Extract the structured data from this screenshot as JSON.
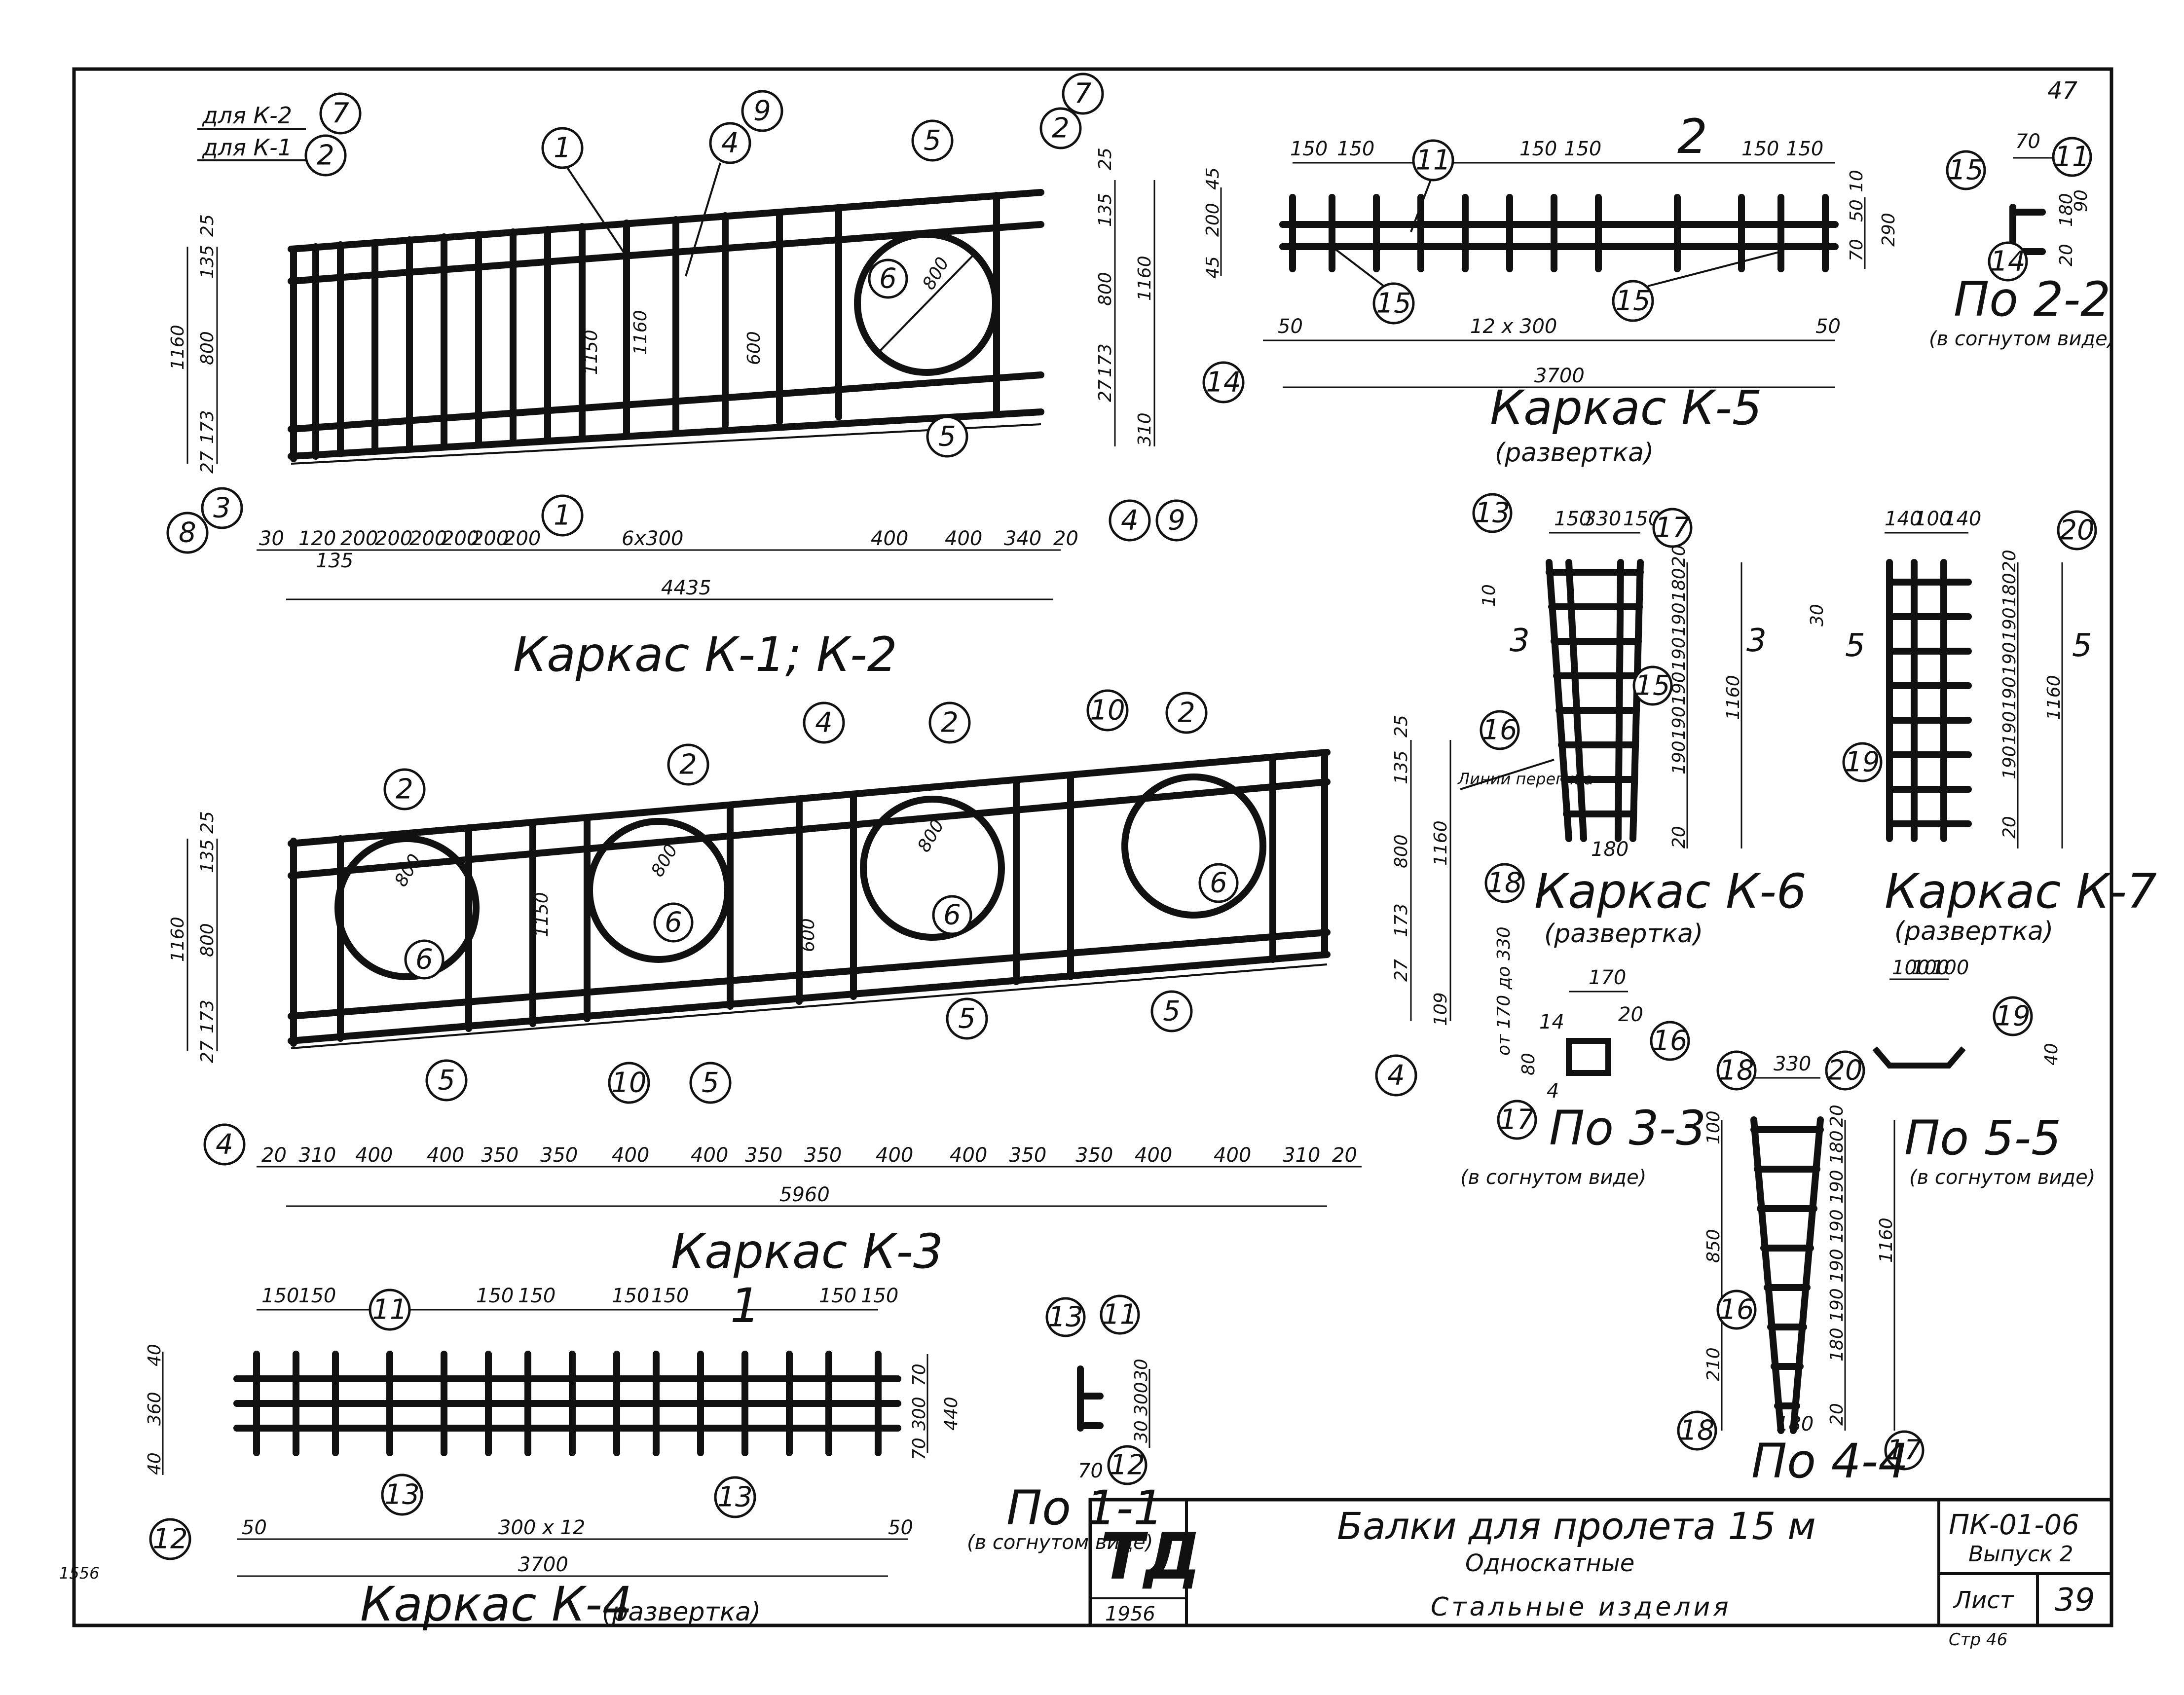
{
  "page_number": "47",
  "k1": {
    "title": "Каркас К-1; К-2",
    "note_k2": "для К-2",
    "note_k1": "для К-1",
    "top_dims": [
      "25",
      "135",
      "800",
      "1160",
      "27",
      "173",
      "310"
    ],
    "left_dims": [
      "25",
      "135",
      "800",
      "1160",
      "173",
      "27"
    ],
    "inner_dims": [
      "1150",
      "1160",
      "600",
      "800"
    ],
    "bottom_dims": [
      "30",
      "120",
      "135",
      "200",
      "200",
      "200",
      "200",
      "200",
      "200",
      "6x300",
      "400",
      "400",
      "340",
      "20"
    ],
    "total": "4435",
    "callouts": [
      "1",
      "9",
      "4",
      "5",
      "6",
      "2",
      "7",
      "3",
      "8",
      "1",
      "5",
      "4",
      "9",
      "7",
      "2"
    ]
  },
  "k5": {
    "section_mark": "2",
    "title": "Каркас К-5",
    "subtitle": "(развертка)",
    "top_dims": [
      "150",
      "150",
      "150",
      "150",
      "150",
      "150"
    ],
    "side_dims": [
      "45",
      "200",
      "45"
    ],
    "right_dims": [
      "10",
      "50",
      "70",
      "290"
    ],
    "bottom_dims": [
      "50",
      "12 x 300",
      "50"
    ],
    "total": "3700",
    "callouts": [
      "11",
      "15",
      "15",
      "14"
    ]
  },
  "s22": {
    "title": "По 2-2",
    "subtitle": "(в согнутом виде)",
    "dims": [
      "70",
      "180",
      "90",
      "20"
    ],
    "callouts": [
      "15",
      "11",
      "14"
    ]
  },
  "k3": {
    "title": "Каркас К-3",
    "left_dims": [
      "25",
      "135",
      "800",
      "1160",
      "173",
      "27"
    ],
    "right_dims": [
      "25",
      "135",
      "800",
      "1160",
      "173",
      "27",
      "109"
    ],
    "inner_dims": [
      "800",
      "1150",
      "800",
      "600",
      "800"
    ],
    "bottom_dims": [
      "20",
      "310",
      "400",
      "400",
      "350",
      "350",
      "400",
      "400",
      "350",
      "350",
      "400",
      "400",
      "350",
      "350",
      "400",
      "400",
      "310",
      "20"
    ],
    "total": "5960",
    "callouts": [
      "2",
      "2",
      "4",
      "2",
      "10",
      "2",
      "6",
      "6",
      "6",
      "6",
      "6",
      "5",
      "5",
      "10",
      "5",
      "5",
      "5",
      "4",
      "4"
    ]
  },
  "k4": {
    "section_mark": "1",
    "title": "Каркас К-4",
    "subtitle": "(развертка)",
    "top_dims": [
      "150",
      "150",
      "150",
      "150",
      "150",
      "150",
      "150",
      "150"
    ],
    "side_dims": [
      "40",
      "360",
      "40"
    ],
    "right_dims": [
      "70",
      "300",
      "70",
      "440"
    ],
    "bottom_dims": [
      "50",
      "300 x 12",
      "50"
    ],
    "total": "3700",
    "callouts": [
      "11",
      "13",
      "13",
      "12"
    ]
  },
  "s11": {
    "title": "По 1-1",
    "subtitle": "(в согнутом виде)",
    "dims": [
      "30",
      "300",
      "30",
      "70"
    ],
    "callouts": [
      "13",
      "11",
      "12"
    ]
  },
  "k6": {
    "title": "Каркас К-6",
    "subtitle": "(развертка)",
    "section_mark": "3",
    "top_dims": [
      "150",
      "330",
      "150"
    ],
    "right_dims": [
      "20",
      "180",
      "190",
      "190",
      "190",
      "190",
      "190",
      "20"
    ],
    "height": "1160",
    "bottom_dim": "180",
    "left_dim": "10",
    "bend_label": "Линии перегиба",
    "callouts": [
      "13",
      "17",
      "16",
      "15",
      "18"
    ]
  },
  "k7": {
    "title": "Каркас К-7",
    "subtitle": "(развертка)",
    "section_mark": "5",
    "top_dims": [
      "140",
      "100",
      "140"
    ],
    "right_dims": [
      "20",
      "180",
      "190",
      "190",
      "190",
      "190",
      "190",
      "20"
    ],
    "height": "1160",
    "left_dim": "30",
    "callouts": [
      "20",
      "19"
    ]
  },
  "s33": {
    "title": "По 3-3",
    "subtitle": "(в согнутом виде)",
    "dims": [
      "170",
      "14",
      "20",
      "от 170 до 330",
      "80",
      "4"
    ],
    "callouts": [
      "16",
      "17"
    ]
  },
  "s55": {
    "title": "По 5-5",
    "subtitle": "(в согнутом виде)",
    "dims": [
      "100",
      "100",
      "100",
      "40"
    ],
    "callouts": [
      "19",
      "20"
    ]
  },
  "s44": {
    "title": "По 4-4",
    "top_dim": "330",
    "left_dims": [
      "100",
      "850",
      "210"
    ],
    "right_dims": [
      "20",
      "180",
      "190",
      "190",
      "190",
      "190",
      "180",
      "20"
    ],
    "height": "1160",
    "bottom_dim": "180",
    "callouts": [
      "18",
      "16",
      "18",
      "17"
    ]
  },
  "title_block": {
    "logo": "ТД",
    "year": "1956",
    "title": "Балки для пролета 15 м",
    "subtitle": "Односкатные",
    "description": "Стальные изделия",
    "code": "ПК-01-06",
    "issue": "Выпуск 2",
    "sheet_label": "Лист",
    "sheet_number": "39",
    "page_note": "Стр 46"
  },
  "margin_note": "1556"
}
